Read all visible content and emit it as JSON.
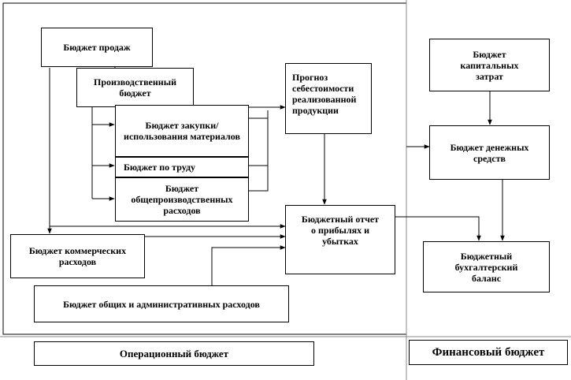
{
  "nodes": {
    "sales": "Бюджет продаж",
    "production": "Производственный бюджет",
    "materials": "Бюджет закупки/использования материалов",
    "labor": "Бюджет по труду",
    "overhead": "Бюджет общепроизводственных расходов",
    "cogs_forecast": "Прогноз себестоимости реализованной продукции",
    "commercial": "Бюджет коммерческих расходов",
    "general_admin": "Бюджет общих и административных расходов",
    "pnl": "Бюджетный отчет о прибылях и убытках",
    "capex": "Бюджет капитальных затрат",
    "cash": "Бюджет денежных средств",
    "balance": "Бюджетный бухгалтерский баланс"
  },
  "sections": {
    "operating": "Операционный бюджет",
    "financial": "Финансовый бюджет"
  }
}
